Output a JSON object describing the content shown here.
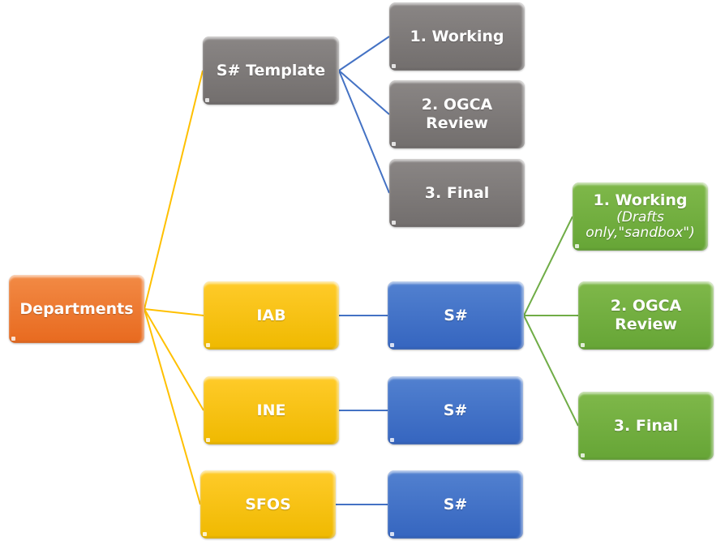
{
  "diagram": {
    "type": "hierarchy",
    "colors": {
      "root": "#ed7d31",
      "template": "#7a7574",
      "department": "#ffc000",
      "section": "#4472c4",
      "stage": "#70ad47",
      "connector_root": "#ffc000",
      "connector_template": "#4472c4",
      "connector_stage": "#70ad47"
    },
    "root": {
      "label": "Departments"
    },
    "template": {
      "label": "S# Template",
      "stages": [
        {
          "label": "1. Working"
        },
        {
          "label": "2. OGCA Review"
        },
        {
          "label": "3. Final"
        }
      ]
    },
    "departments": [
      {
        "label": "IAB",
        "child": {
          "label": "S#"
        }
      },
      {
        "label": "INE",
        "child": {
          "label": "S#"
        }
      },
      {
        "label": "SFOS",
        "child": {
          "label": "S#"
        }
      }
    ],
    "iab_stages": [
      {
        "label": "1. Working",
        "note": "(Drafts only,\"sandbox\")"
      },
      {
        "label": "2. OGCA Review"
      },
      {
        "label": "3. Final"
      }
    ]
  }
}
